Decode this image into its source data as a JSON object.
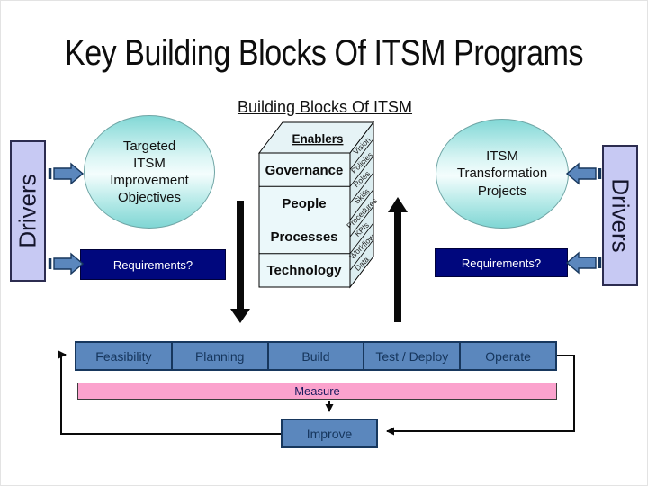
{
  "title": "Key Building Blocks Of ITSM Programs",
  "subtitle": "Building Blocks Of ITSM",
  "left_panel": {
    "drivers_label": "Drivers",
    "objective_lines": [
      "Targeted",
      "ITSM",
      "Improvement",
      "Objectives"
    ],
    "requirements_label": "Requirements?"
  },
  "right_panel": {
    "drivers_label": "Drivers",
    "objective_lines": [
      "ITSM",
      "Transformation",
      "Projects"
    ],
    "requirements_label": "Requirements?"
  },
  "stack": {
    "top_label": "Enablers",
    "layers": [
      "Governance",
      "People",
      "Processes",
      "Technology"
    ],
    "side_labels": [
      "Vision",
      "Policies",
      "Roles",
      "Skills",
      "Procedures",
      "KPIs",
      "Workflow",
      "Data"
    ]
  },
  "process_flow": {
    "stages": [
      "Feasibility",
      "Planning",
      "Build",
      "Test / Deploy",
      "Operate"
    ],
    "measure_label": "Measure",
    "improve_label": "Improve"
  },
  "colors": {
    "stage_blue": "#5b87bd",
    "stage_border_navy": "#17375d",
    "requirements_navy": "#00077d",
    "measure_pink": "#fba2cd",
    "ellipse_teal": "#7fd6d4",
    "drivers_lavender": "#c7c9f3",
    "arrow_black": "#0a0a0a"
  }
}
